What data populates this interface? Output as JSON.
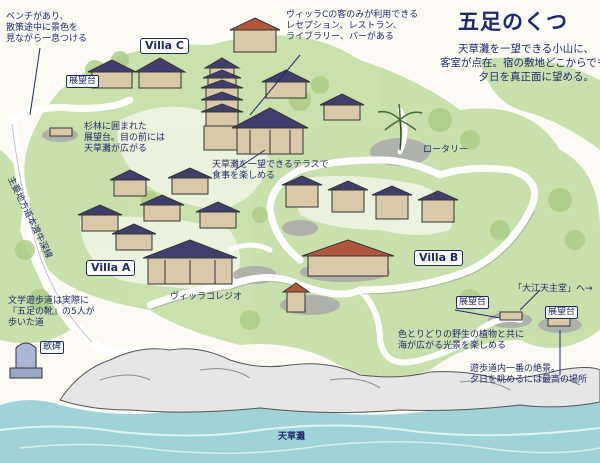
{
  "title": "五足のくつ",
  "description": [
    "天草灘を一望できる小山に、",
    "客室が点在。宿の敷地どこからでも",
    "夕日を真正面に望める。"
  ],
  "labels": {
    "villa_c": "Villa C",
    "villa_a": "Villa A",
    "villa_b": "Villa B",
    "observatory_1": "展望台",
    "observatory_2": "展望台",
    "observatory_3": "展望台",
    "monument": "歌碑",
    "rotary": "ロータリー",
    "villa_college": "ヴィッラコレジオ",
    "amakusa_nada": "天草灘",
    "ooe_church": "「大江天主堂」へ→",
    "main_road": "主要地方道本渡牛深線"
  },
  "notes": {
    "bench": "ベンチがあり、\n散策途中に景色を\n見ながら一息つける",
    "villa_c_facilities": "ヴィッラCの客のみが利用できる\nレセプション、レストラン、\nライブラリー、バーがある",
    "observatory_1": "杉林に囲まれた\n展望台。目の前には\n天草灘が広がる",
    "terrace": "天草灘を一望できるテラスで\n食事を楽しめる",
    "literary_path": "文学遊歩道は実際に\n『五足の靴』の5人が\n歩いた道",
    "flowers": "色とりどりの野生の植物と共に\n海が広がる光景を楽しめる",
    "sunset": "遊歩道内一番の絶景。\n夕日を眺めるには最高の場所"
  },
  "colors": {
    "ink": "#1f2a6b",
    "sea": "#9fd3d8",
    "greenery": "#bfdca0",
    "path": "#ffffff",
    "roof_blue": "#3f3f6e",
    "roof_red": "#b2553d"
  },
  "icons": [
    "palm-tree-icon",
    "monument-icon",
    "tower-icon",
    "gazebo-icon"
  ]
}
